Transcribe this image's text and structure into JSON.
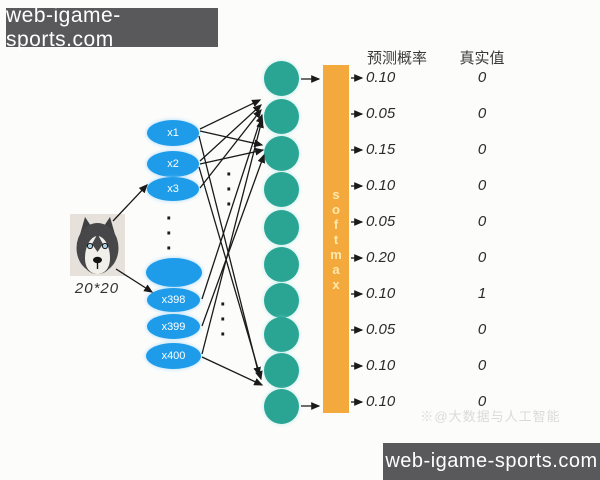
{
  "banners": {
    "top": "web-igame-sports.com",
    "bottom": "web-igame-sports.com"
  },
  "watermark": "※@大数据与人工智能",
  "input_image": {
    "caption": "20*20"
  },
  "inputs": [
    {
      "label": "x1"
    },
    {
      "label": "x2"
    },
    {
      "label": "x3"
    },
    {
      "label": ""
    },
    {
      "label": "x398"
    },
    {
      "label": "x399"
    },
    {
      "label": "x400"
    }
  ],
  "softmax": {
    "letters": [
      "s",
      "o",
      "f",
      "t",
      "m",
      "a",
      "x"
    ]
  },
  "table": {
    "headers": {
      "predicted": "预测概率",
      "actual": "真实值"
    },
    "rows": [
      {
        "prob": "0.10",
        "actual": "0"
      },
      {
        "prob": "0.05",
        "actual": "0"
      },
      {
        "prob": "0.15",
        "actual": "0"
      },
      {
        "prob": "0.10",
        "actual": "0"
      },
      {
        "prob": "0.05",
        "actual": "0"
      },
      {
        "prob": "0.20",
        "actual": "0"
      },
      {
        "prob": "0.10",
        "actual": "1"
      },
      {
        "prob": "0.05",
        "actual": "0"
      },
      {
        "prob": "0.10",
        "actual": "0"
      },
      {
        "prob": "0.10",
        "actual": "0"
      }
    ]
  },
  "misc": {
    "dot": "·"
  },
  "colors": {
    "node_blue": "#1e9ce9",
    "node_teal": "#2aa594",
    "softmax_orange": "#f3a93c",
    "banner_gray": "#59585a"
  }
}
